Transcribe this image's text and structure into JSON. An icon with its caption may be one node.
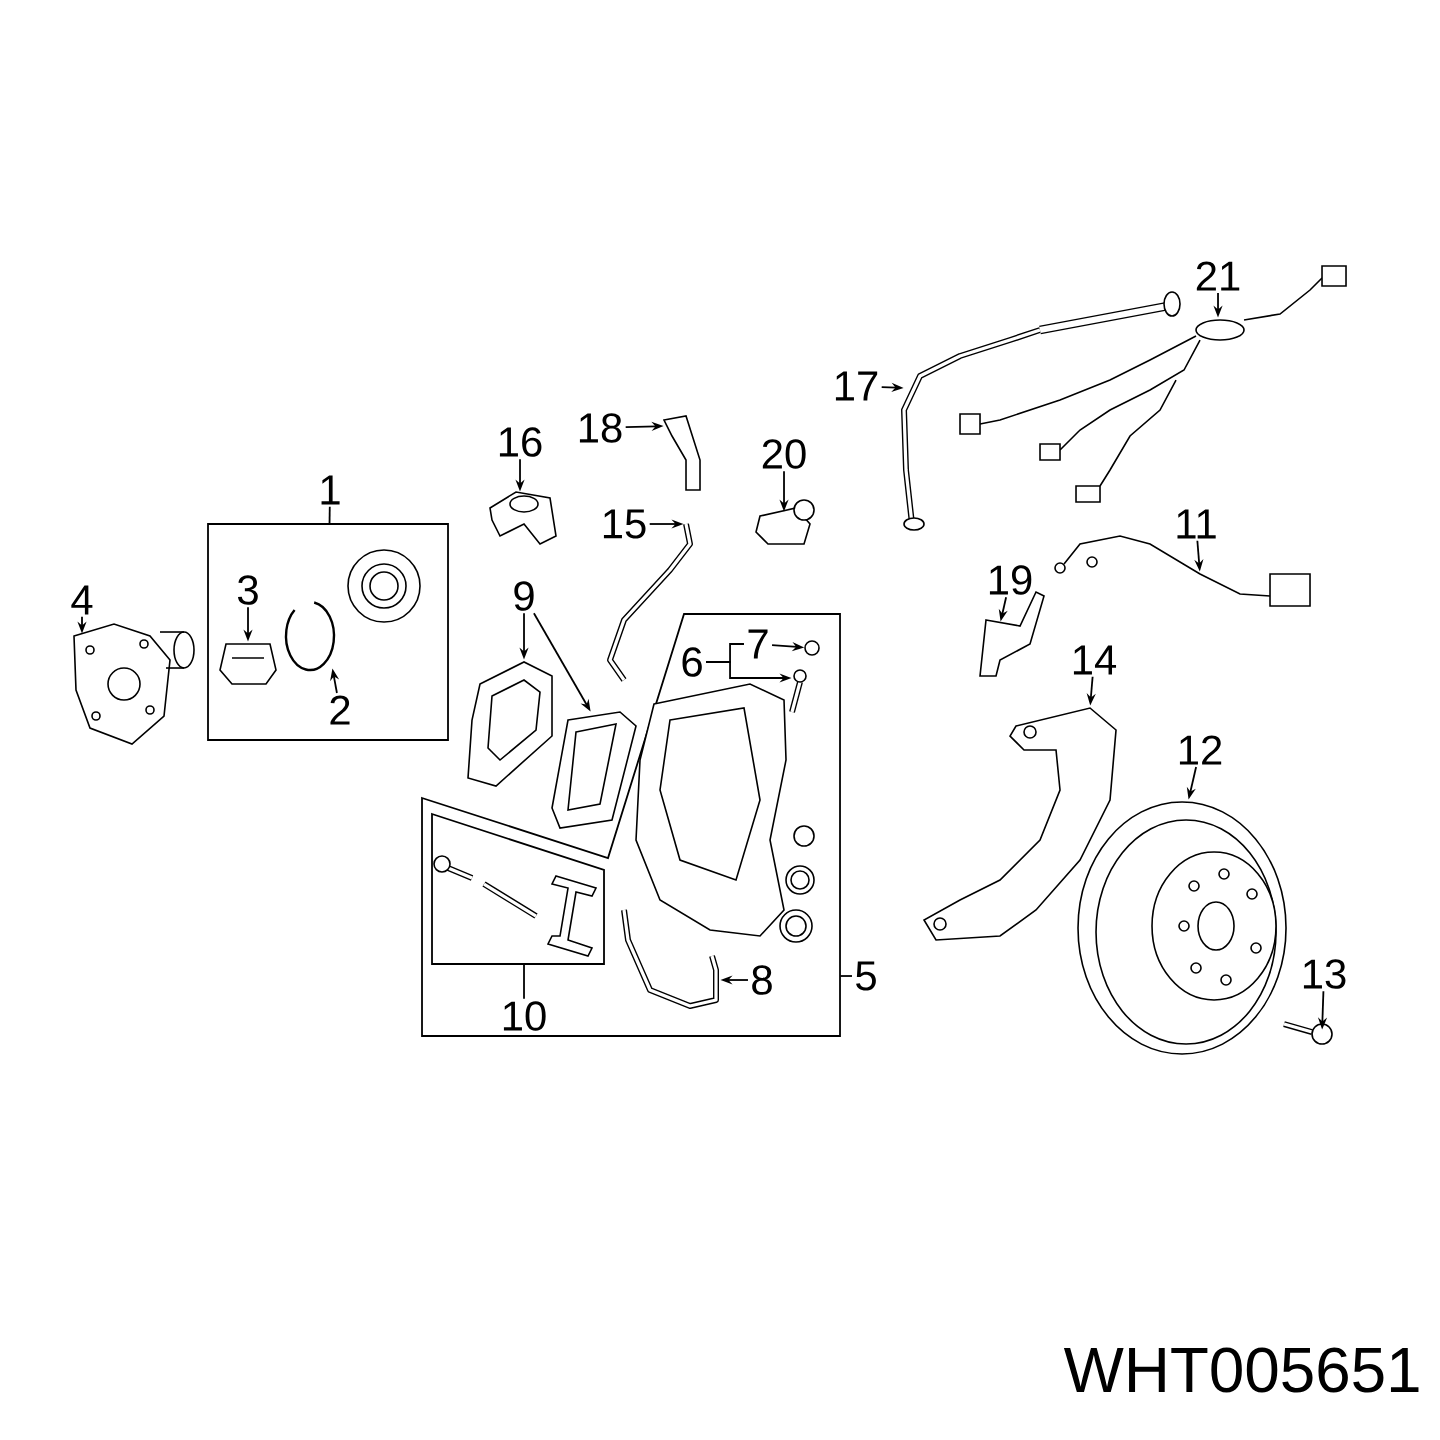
{
  "diagram": {
    "nodes": [
      {
        "text": [
          "1"
        ]
      },
      {
        "text": [],
        "shape": "box"
      },
      {
        "text": [
          "3"
        ],
        "in": 1
      },
      {
        "text": [],
        "shape": "picture",
        "in": 1
      },
      {
        "text": [],
        "shape": "picture",
        "in": 1
      },
      {
        "text": [
          "2"
        ],
        "in": 1
      },
      {
        "text": [],
        "shape": "picture",
        "in": 1
      },
      {
        "text": [
          "4"
        ]
      },
      {
        "text": [],
        "shape": "picture"
      },
      {
        "text": [
          "16"
        ]
      },
      {
        "text": [],
        "shape": "picture"
      },
      {
        "text": [
          "18"
        ]
      },
      {
        "text": [],
        "shape": "picture"
      },
      {
        "text": [
          "15"
        ]
      },
      {
        "text": [],
        "shape": "picture"
      },
      {
        "text": [
          "20"
        ]
      },
      {
        "text": [],
        "shape": "picture"
      },
      {
        "text": [
          "9"
        ]
      },
      {
        "text": [],
        "shape": "picture"
      },
      {
        "text": [],
        "shape": "picture"
      },
      {
        "text": [],
        "shape": "box"
      },
      {
        "text": [
          "5"
        ]
      },
      {
        "text": [],
        "shape": "box",
        "in": 20
      },
      {
        "text": [
          "10"
        ],
        "in": 20
      },
      {
        "text": [],
        "shape": "picture",
        "in": 22
      },
      {
        "text": [],
        "shape": "picture",
        "in": 20
      },
      {
        "text": [
          "6"
        ],
        "in": 20
      },
      {
        "text": [
          "7"
        ],
        "in": 20
      },
      {
        "text": [],
        "shape": "circle",
        "in": 20
      },
      {
        "text": [],
        "shape": "picture",
        "in": 20
      },
      {
        "text": [],
        "shape": "picture",
        "in": 20
      },
      {
        "text": [
          "8"
        ],
        "in": 20
      },
      {
        "text": [],
        "shape": "picture",
        "in": 20
      },
      {
        "text": [
          "17"
        ]
      },
      {
        "text": [],
        "shape": "picture"
      },
      {
        "text": [
          "21"
        ]
      },
      {
        "text": [],
        "shape": "picture"
      },
      {
        "text": [
          "11"
        ]
      },
      {
        "text": [],
        "shape": "picture"
      },
      {
        "text": [
          "19"
        ]
      },
      {
        "text": [],
        "shape": "picture"
      },
      {
        "text": [
          "14"
        ]
      },
      {
        "text": [],
        "shape": "picture"
      },
      {
        "text": [
          "12"
        ]
      },
      {
        "text": [],
        "shape": "picture"
      },
      {
        "text": [
          "13"
        ]
      },
      {
        "text": [],
        "shape": "picture"
      }
    ],
    "edges": [
      {
        "from": 0,
        "to": 1,
        "arrow": "none"
      },
      {
        "from": 2,
        "to": 3,
        "arrow": "to"
      },
      {
        "from": 5,
        "to": 4,
        "arrow": "to"
      },
      {
        "from": 7,
        "to": 8,
        "arrow": "to"
      },
      {
        "from": 9,
        "to": 10,
        "arrow": "to"
      },
      {
        "from": 11,
        "to": 12,
        "arrow": "to"
      },
      {
        "from": 13,
        "to": 14,
        "arrow": "to"
      },
      {
        "from": 15,
        "to": 16,
        "arrow": "to"
      },
      {
        "from": 17,
        "to": 18,
        "arrow": "to"
      },
      {
        "from": 17,
        "to": 19,
        "arrow": "to"
      },
      {
        "from": 21,
        "to": 20,
        "arrow": "none"
      },
      {
        "from": 23,
        "to": 22,
        "arrow": "none"
      },
      {
        "from": 26,
        "to": 29,
        "arrow": "to"
      },
      {
        "from": 26,
        "to": 27,
        "arrow": "none"
      },
      {
        "from": 27,
        "to": 28,
        "arrow": "to"
      },
      {
        "from": 31,
        "to": 32,
        "arrow": "to"
      },
      {
        "from": 33,
        "to": 34,
        "arrow": "to"
      },
      {
        "from": 35,
        "to": 36,
        "arrow": "to"
      },
      {
        "from": 37,
        "to": 38,
        "arrow": "to"
      },
      {
        "from": 39,
        "to": 40,
        "arrow": "to"
      },
      {
        "from": 41,
        "to": 42,
        "arrow": "to"
      },
      {
        "from": 43,
        "to": 44,
        "arrow": "to"
      },
      {
        "from": 45,
        "to": 46,
        "arrow": "to"
      }
    ],
    "labels": [
      "WHT005651"
    ]
  }
}
